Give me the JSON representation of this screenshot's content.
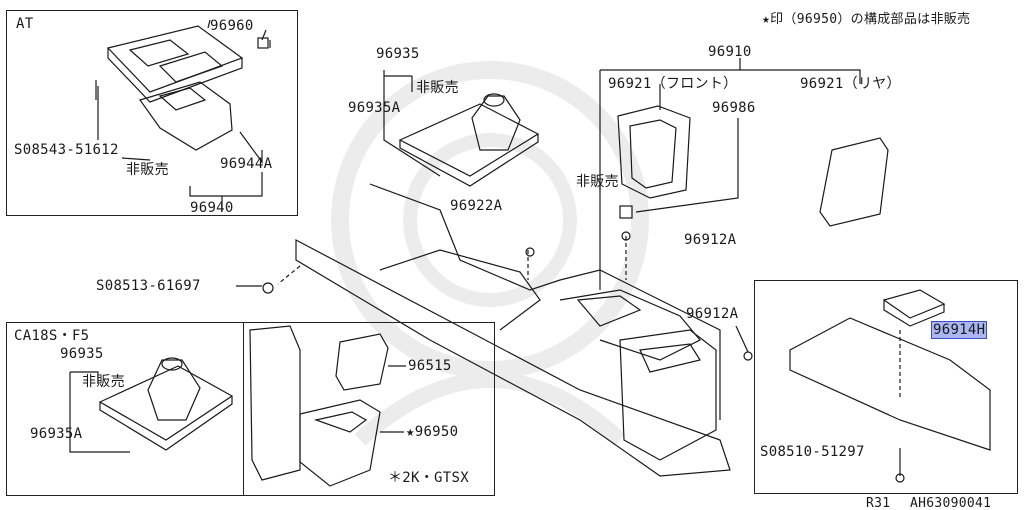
{
  "header": {
    "note": "★印（96950）の構成部品は非販売"
  },
  "at_box": {
    "title": "AT",
    "parts": {
      "p96960": "96960",
      "screw": "S08543-51612",
      "not_for_sale": "非販売",
      "p96944A": "96944A",
      "p96940": "96940"
    }
  },
  "main": {
    "p96935": "96935",
    "not_for_sale_1": "非販売",
    "p96935A": "96935A",
    "p96910": "96910",
    "p96921_front": "96921（フロント）",
    "p96986": "96986",
    "p96921_rear": "96921（リヤ）",
    "not_for_sale_2": "非販売",
    "p96922A": "96922A",
    "p96912A_1": "96912A",
    "screw_left": "S08513-61697",
    "p96912A_2": "96912A"
  },
  "ca18_box": {
    "title": "CA18S・F5",
    "p96935": "96935",
    "not_for_sale": "非販売",
    "p96935A": "96935A"
  },
  "gtsx_box": {
    "p96515": "96515",
    "p96950": "★96950",
    "caption": "＊2K・GTSX"
  },
  "detail_box": {
    "p96914H": "96914H",
    "screw": "S08510-51297"
  },
  "footer": {
    "model": "R31",
    "code": "AH63090041"
  },
  "colors": {
    "highlight": "#a9b6f2",
    "line": "#1a1a1a"
  }
}
